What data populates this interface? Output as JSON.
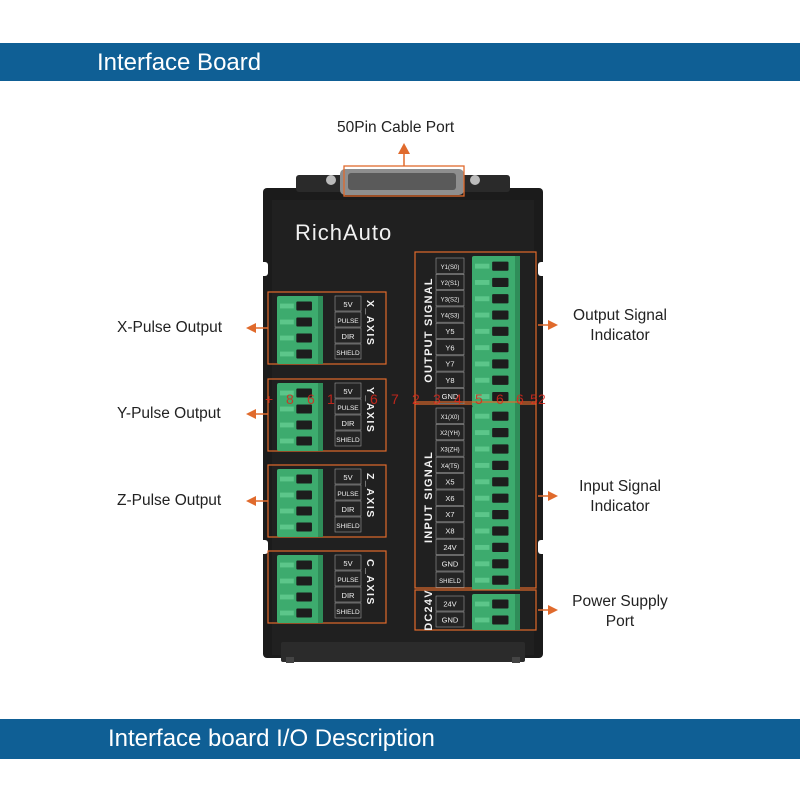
{
  "header": {
    "title": "Interface Board"
  },
  "footer": {
    "title": "Interface board I/O Description"
  },
  "brand": "RichAuto",
  "callouts": {
    "cable_port": "50Pin Cable Port",
    "x_pulse": "X-Pulse Output",
    "y_pulse": "Y-Pulse Output",
    "z_pulse": "Z-Pulse Output",
    "output_signal": [
      "Output Signal",
      "Indicator"
    ],
    "input_signal": [
      "Input Signal",
      "Indicator"
    ],
    "power_supply": [
      "Power Supply",
      "Port"
    ]
  },
  "axes": [
    {
      "name": "X_AXIS",
      "pins": [
        "5V",
        "PULSE",
        "DIR",
        "SHIELD"
      ]
    },
    {
      "name": "Y_AXIS",
      "pins": [
        "5V",
        "PULSE",
        "DIR",
        "SHIELD"
      ]
    },
    {
      "name": "Z_AXIS",
      "pins": [
        "5V",
        "PULSE",
        "DIR",
        "SHIELD"
      ]
    },
    {
      "name": "C_AXIS",
      "pins": [
        "5V",
        "PULSE",
        "DIR",
        "SHIELD"
      ]
    }
  ],
  "output_group": {
    "title": "OUTPUT  SIGNAL",
    "pins": [
      "Y1(S0)",
      "Y2(S1)",
      "Y3(S2)",
      "Y4(S3)",
      "Y5",
      "Y6",
      "Y7",
      "Y8",
      "GND"
    ]
  },
  "input_group": {
    "title": "INPUT  SIGNAL",
    "pins": [
      "X1(X0)",
      "X2(YH)",
      "X3(ZH)",
      "X4(T5)",
      "X5",
      "X6",
      "X7",
      "X8",
      "24V",
      "GND",
      "SHIELD"
    ]
  },
  "power_group": {
    "title": "DC24V",
    "pins": [
      "24V",
      "GND"
    ]
  },
  "watermark": [
    "+",
    "8",
    "6",
    "1",
    "6",
    "7",
    "2",
    "3",
    "4",
    "5",
    "6",
    "6",
    "5",
    "2"
  ],
  "colors": {
    "banner": "#0f5f95",
    "board": "#1b1b1b",
    "terminal_green": "#3dab6e",
    "callout_orange": "#e06a2c",
    "watermark_red": "#d9281c"
  }
}
